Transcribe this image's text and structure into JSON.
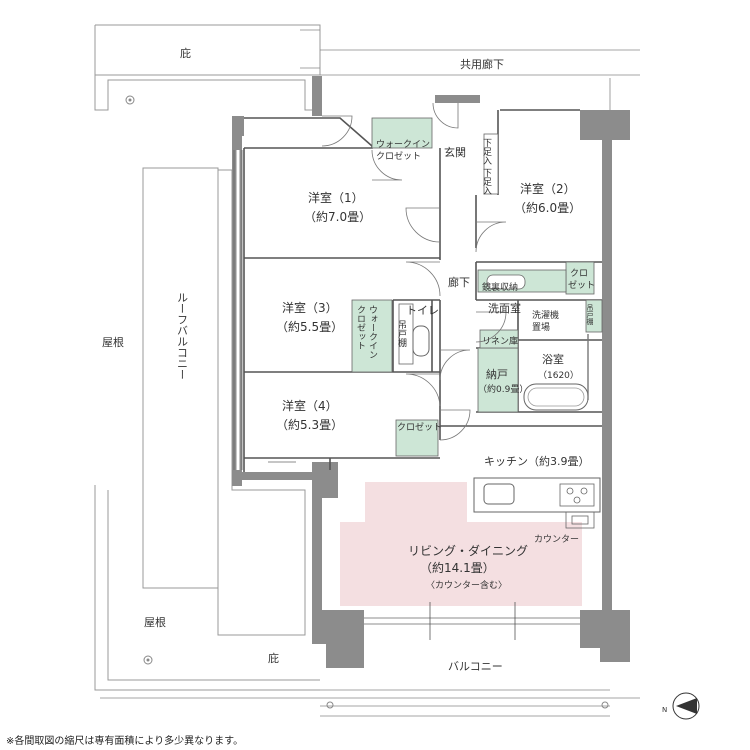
{
  "rooms": {
    "room1_name": "洋室（1）",
    "room1_area": "（約7.0畳）",
    "room2_name": "洋室（2）",
    "room2_area": "（約6.0畳）",
    "room3_name": "洋室（3）",
    "room3_area": "（約5.5畳）",
    "room4_name": "洋室（4）",
    "room4_area": "（約5.3畳）",
    "ldk_name": "リビング・ダイニング",
    "ldk_area": "（約14.1畳）",
    "ldk_note": "〈カウンター含む〉",
    "kitchen": "キッチン（約3.9畳）",
    "bath_name": "浴室",
    "bath_size": "（1620）",
    "storage_name": "納戸",
    "storage_area": "（約0.9畳）"
  },
  "spaces": {
    "entrance": "玄関",
    "hall1": "廊下",
    "hall_common": "共用廊下",
    "washroom": "洗面室",
    "toilet": "トイレ",
    "mirror_storage": "鏡裏収納",
    "linen": "リネン庫",
    "laundry_1": "洗濯機",
    "laundry_2": "置場",
    "counter": "カウンター",
    "roof_balcony": "ルーフバルコニー",
    "balcony": "バルコニー",
    "roof_left": "屋根",
    "roof_bottom": "屋根",
    "eave_top": "庇",
    "eave_bottom": "庇"
  },
  "closets": {
    "wic1_1": "ウォークイン",
    "wic1_2": "クロゼット",
    "wic2_1": "ウォークイン",
    "wic2_2": "クロゼット",
    "closet4": "クロゼット",
    "closet2_1": "クロ",
    "closet2_2": "ゼット",
    "shoe_1": "下足入",
    "shoe_2": "下足入",
    "hanging_1": "吊戸棚",
    "hanging_2": "吊戸棚"
  },
  "footnote": "※各間取図の縮尺は専有面積により多少異なります。",
  "compass": {
    "label": "N"
  },
  "colors": {
    "ldk_fill": "#f4dfe1",
    "storage_fill": "#cde6d6",
    "wall": "#8c8c8c"
  }
}
